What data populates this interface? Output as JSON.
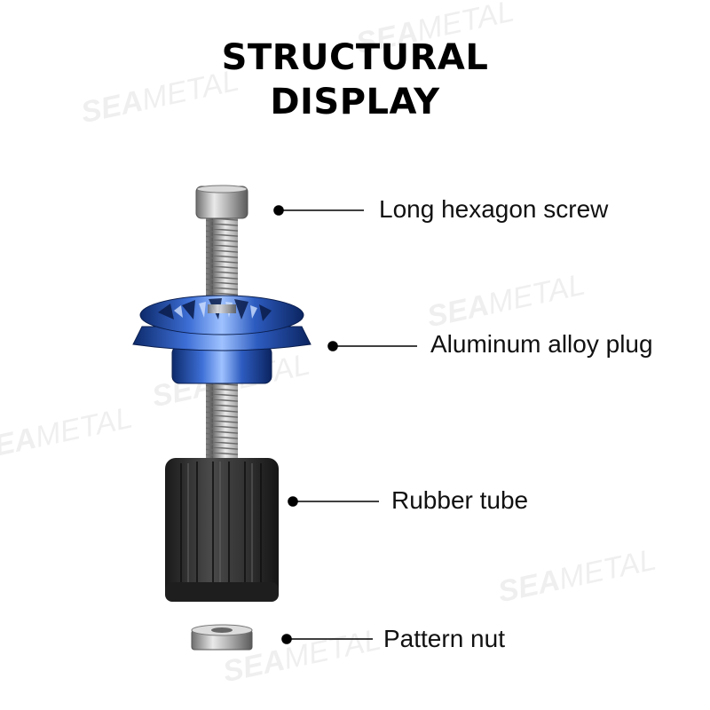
{
  "title": {
    "line1": "STRUCTURAL",
    "line2": "DISPLAY"
  },
  "watermark": {
    "brand_bold": "SEA",
    "brand_light": "METAL"
  },
  "parts": [
    {
      "name": "long-hexagon-screw",
      "label": "Long hexagon screw"
    },
    {
      "name": "aluminum-alloy-plug",
      "label": "Aluminum alloy plug"
    },
    {
      "name": "rubber-tube",
      "label": "Rubber tube"
    },
    {
      "name": "pattern-nut",
      "label": "Pattern nut"
    }
  ],
  "colors": {
    "plug_blue": "#1f4fa8",
    "plug_highlight": "#8fb4ff",
    "rubber": "#2d2d2d",
    "steel": "#b7b7b7",
    "leader": "#000000"
  }
}
